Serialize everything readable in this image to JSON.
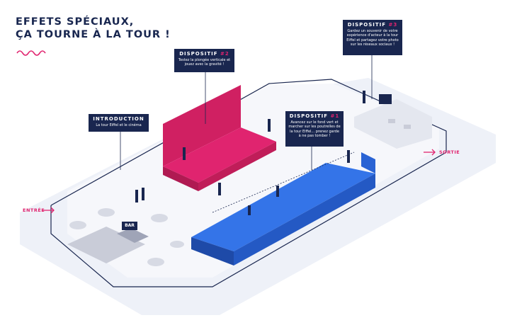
{
  "title": {
    "line1": "EFFETS SPÉCIAUX,",
    "line2": "ÇA TOURNE À LA TOUR !"
  },
  "callouts": {
    "intro": {
      "heading": "INTRODUCTION",
      "body": "La tour Eiffel et le cinéma"
    },
    "d1": {
      "heading": "DISPOSITIF",
      "num": "#1",
      "body": "Avancez sur le fond vert et marcher sur les poutrelles de la tour Eiffel... prenez garde à ne pas tomber !"
    },
    "d2": {
      "heading": "DISPOSITIF",
      "num": "#2",
      "body": "Testez la plongée verticale et jouez avec la gravité !"
    },
    "d3": {
      "heading": "DISPOSITIF",
      "num": "#3",
      "body": "Gardez un souvenir de votre expérience d'acteur à la tour Eiffel et partagez votre photo sur les réseaux sociaux !"
    }
  },
  "labels": {
    "entree": "ENTRÉE",
    "sortie": "SORTIE",
    "bar": "BAR"
  },
  "colors": {
    "navy": "#19264f",
    "pink": "#e0246f",
    "blue": "#2f6fe0",
    "floor": "#eef1f8"
  }
}
